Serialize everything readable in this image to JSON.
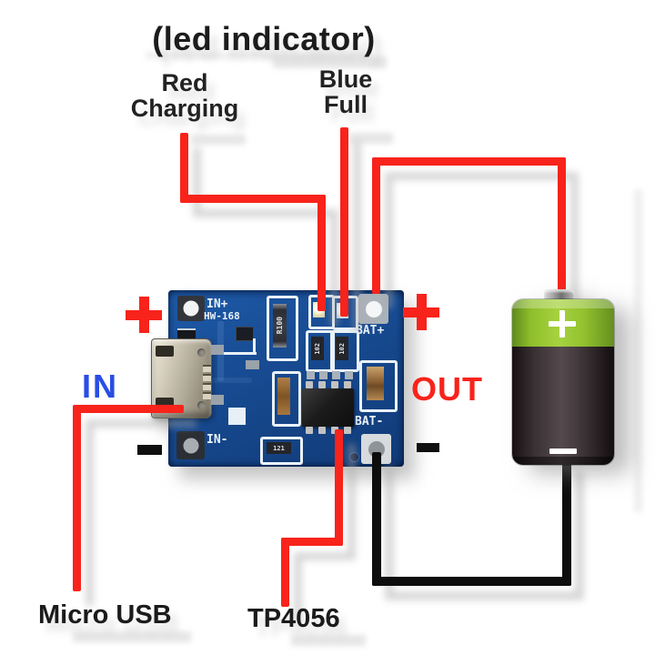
{
  "title": "(led indicator)",
  "labels": {
    "red_led_line1": "Red",
    "red_led_line2": "Charging",
    "blue_led_line1": "Blue",
    "blue_led_line2": "Full",
    "input": "IN",
    "output": "OUT",
    "micro_usb": "Micro USB",
    "chip": "TP4056",
    "plus_symbol": "+",
    "minus_symbol": "-"
  },
  "board": {
    "in_plus": "IN+",
    "model": "HW-168",
    "bat_plus": "BAT+",
    "bat_minus": "BAT-",
    "in_minus": "IN-",
    "r100": "R100",
    "res_left_code": "102",
    "res_right_code": "102",
    "res_bottom_code": "121"
  },
  "battery": {
    "positive": "+",
    "negative": "-"
  },
  "colors": {
    "wire_red": "#f8231b",
    "wire_black": "#0d0d0d",
    "label_blue": "#2a4de4",
    "label_red": "#f8231b",
    "pcb_blue": "#174a90",
    "battery_green": "#93c22f",
    "battery_dark": "#3a3134"
  }
}
